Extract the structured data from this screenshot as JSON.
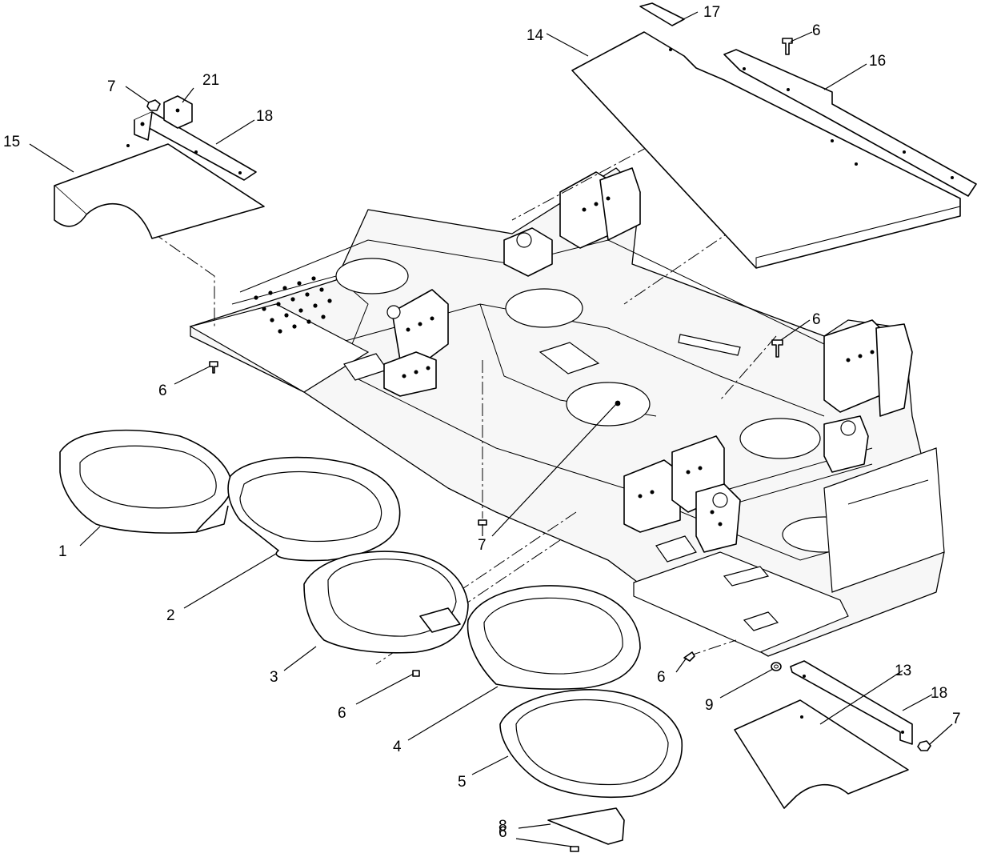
{
  "callouts": [
    {
      "id": "c1",
      "label": "1"
    },
    {
      "id": "c2",
      "label": "2"
    },
    {
      "id": "c3",
      "label": "3"
    },
    {
      "id": "c4",
      "label": "4"
    },
    {
      "id": "c5",
      "label": "5"
    },
    {
      "id": "c6a",
      "label": "6"
    },
    {
      "id": "c6b",
      "label": "6"
    },
    {
      "id": "c6c",
      "label": "6"
    },
    {
      "id": "c6d",
      "label": "6"
    },
    {
      "id": "c6e",
      "label": "6"
    },
    {
      "id": "c6f",
      "label": "6"
    },
    {
      "id": "c7a",
      "label": "7"
    },
    {
      "id": "c7b",
      "label": "7"
    },
    {
      "id": "c7c",
      "label": "7"
    },
    {
      "id": "c8",
      "label": "8"
    },
    {
      "id": "c9",
      "label": "9"
    },
    {
      "id": "c13",
      "label": "13"
    },
    {
      "id": "c14",
      "label": "14"
    },
    {
      "id": "c15",
      "label": "15"
    },
    {
      "id": "c16",
      "label": "16"
    },
    {
      "id": "c17",
      "label": "17"
    },
    {
      "id": "c18a",
      "label": "18"
    },
    {
      "id": "c18b",
      "label": "18"
    },
    {
      "id": "c21",
      "label": "21"
    }
  ]
}
